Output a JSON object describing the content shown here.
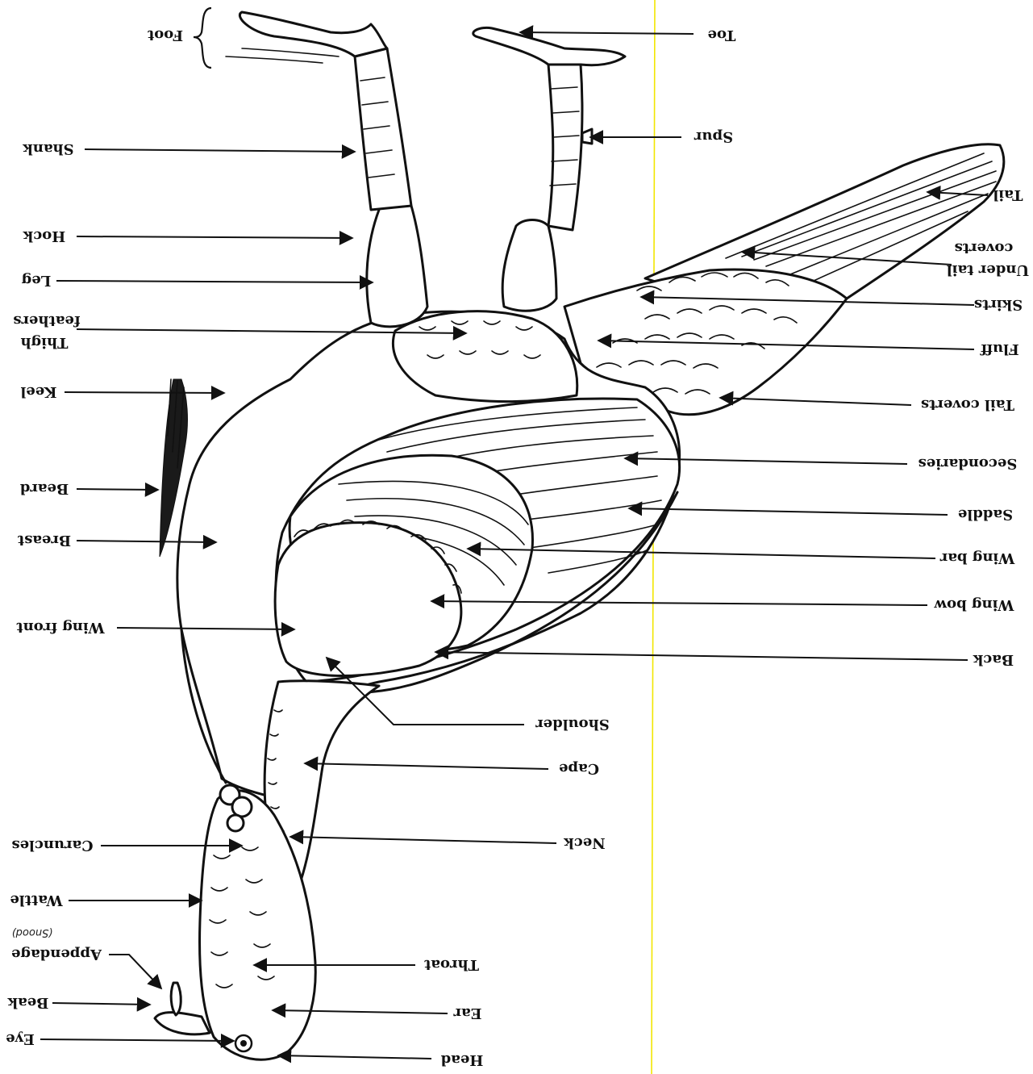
{
  "labels": {
    "foot": "Foot",
    "toe": "Toe",
    "shank": "Shank",
    "spur": "Spur",
    "tail": "Tail",
    "hock": "Hock",
    "under_tail_coverts_1": "Under tail",
    "under_tail_coverts_2": "coverts",
    "leg": "Leg",
    "skirts": "Skirts",
    "thigh_feathers_1": "Thigh",
    "thigh_feathers_2": "feathers",
    "fluff": "Fluff",
    "keel": "Keel",
    "tail_coverts": "Tail coverts",
    "secondaries": "Secondaries",
    "beard": "Beard",
    "saddle": "Saddle",
    "breast": "Breast",
    "wing_bar": "Wing bar",
    "wing_bow": "Wing bow",
    "wing_front": "Wing front",
    "back": "Back",
    "shoulder": "Shoulder",
    "cape": "Cape",
    "caruncles": "Caruncles",
    "neck": "Neck",
    "wattle": "Wattle",
    "snood": "(Snood)",
    "appendage": "Appendage",
    "throat": "Throat",
    "beak": "Beak",
    "ear": "Ear",
    "eye": "Eye",
    "head": "Head"
  },
  "colors": {
    "ink": "#111111",
    "guide_line": "#f2e600",
    "beard": "#1a1a1a"
  }
}
